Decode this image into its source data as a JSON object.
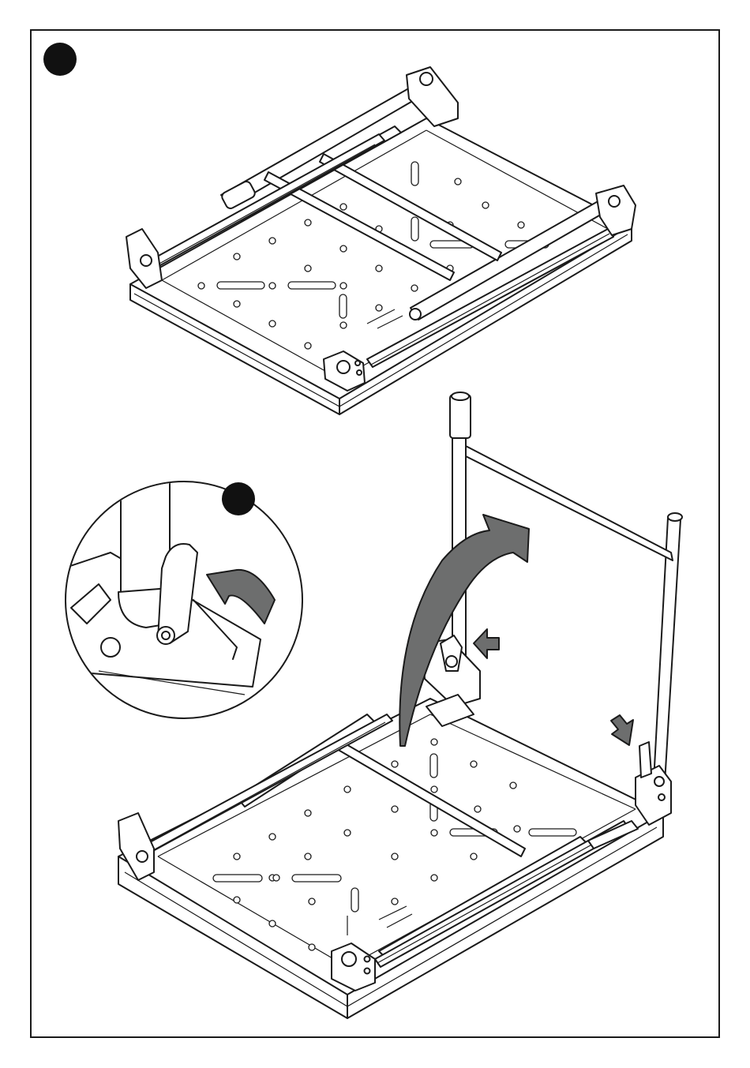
{
  "figure": {
    "steps": [
      {
        "id": "step-a",
        "marker": "filled-circle"
      },
      {
        "id": "step-b",
        "marker": "filled-circle"
      }
    ],
    "colors": {
      "line": "#1a1a1a",
      "arrow_fill": "#6d6e6e",
      "marker": "#111111",
      "background": "#ffffff"
    },
    "icons": [
      "rotate-arrow-icon",
      "push-arrow-icon",
      "lever-release-arrow-icon"
    ]
  }
}
